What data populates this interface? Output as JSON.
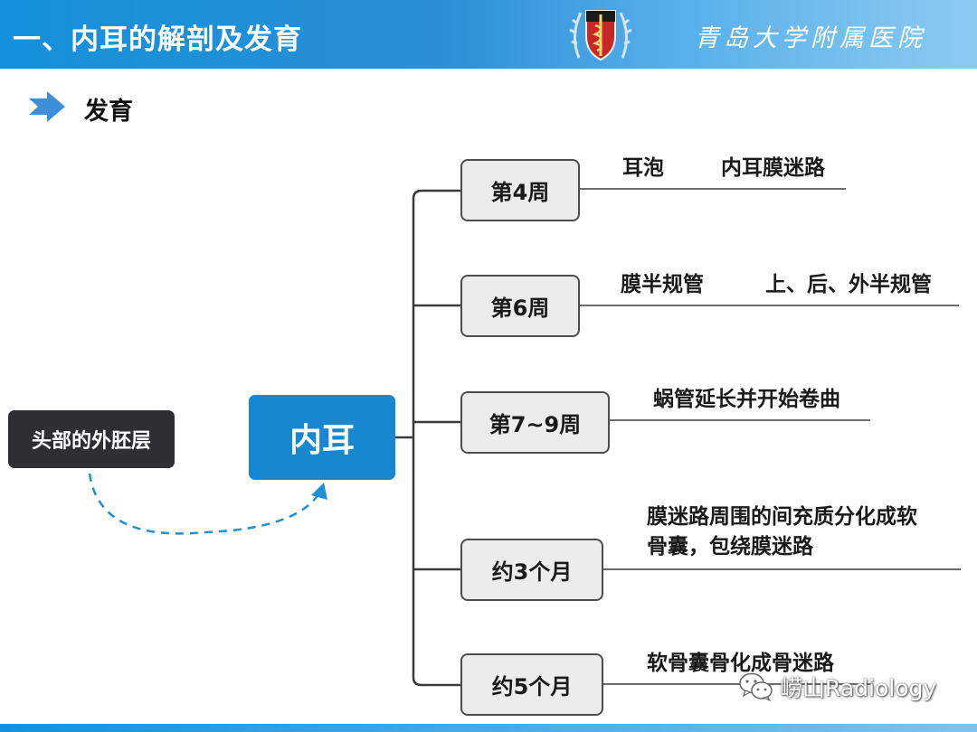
{
  "header": {
    "title": "一、内耳的解剖及发育",
    "hospital_name": "青岛大学附属医院",
    "logo_icon": "hospital-emblem-icon"
  },
  "section": {
    "title": "发育",
    "arrow_icon": "right-arrow-icon"
  },
  "diagram": {
    "source": "头部的外胚层",
    "center": "内耳",
    "stages": [
      {
        "label": "第4周",
        "desc": [
          "耳泡",
          "内耳膜迷路"
        ]
      },
      {
        "label": "第6周",
        "desc": [
          "膜半规管",
          "上、后、外半规管"
        ]
      },
      {
        "label": "第7~9周",
        "desc": [
          "蜗管延长并开始卷曲"
        ]
      },
      {
        "label": "约3个月",
        "desc": [
          "膜迷路周围的间充质分化成软",
          "骨囊，包绕膜迷路"
        ]
      },
      {
        "label": "约5个月",
        "desc": [
          "软骨囊骨化成骨迷路"
        ]
      }
    ]
  },
  "watermark": {
    "text": "崂山Radiology",
    "icon": "wechat-icon"
  },
  "colors": {
    "header_blue": "#1590da",
    "center_box": "#1787d2",
    "source_box": "#2f2f33",
    "dashed_arrow": "#1e8fd0",
    "stage_fill": "#ececec"
  }
}
